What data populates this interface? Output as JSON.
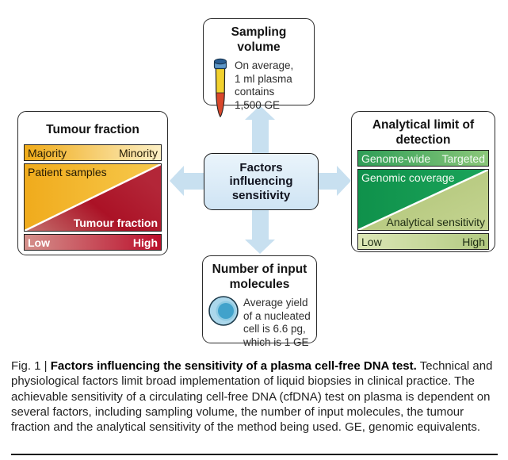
{
  "figure": {
    "center": {
      "label": "Factors\ninfluencing\nsensitivity"
    },
    "top_panel": {
      "title": "Sampling volume",
      "icon": "test-tube-icon",
      "text": "On average,\n1 ml plasma\ncontains\n1,500 GE"
    },
    "left_panel": {
      "title": "Tumour fraction",
      "top_bar": {
        "left": "Majority",
        "right": "Minority"
      },
      "area_top_label": "Patient samples",
      "area_bottom_label": "Tumour fraction",
      "bottom_bar": {
        "left": "Low",
        "right": "High"
      }
    },
    "right_panel": {
      "title": "Analytical limit of\ndetection",
      "top_bar": {
        "left": "Genome-wide",
        "right": "Targeted"
      },
      "area_top_label": "Genomic coverage",
      "area_bottom_label": "Analytical sensitivity",
      "bottom_bar": {
        "left": "Low",
        "right": "High"
      }
    },
    "bottom_panel": {
      "title": "Number of input\nmolecules",
      "icon": "cell-icon",
      "text": "Average yield\nof a nucleated\ncell is 6.6 pg,\nwhich is 1 GE"
    }
  },
  "caption": {
    "fig_label": "Fig. 1 | ",
    "title": "Factors influencing the sensitivity of a plasma cell-free DNA test.",
    "body": " Technical and physiological factors limit broad implementation of liquid biopsies in clinical practice. The achievable sensitivity of a circulating cell-free DNA (cfDNA) test on plasma is dependent on several factors, including sampling volume, the number of input molecules, the tumour fraction and the analytical sensitivity of the method being used. GE, genomic equivalents."
  },
  "colors": {
    "arrow_blue": "#c8e0f0",
    "center_fill": "#d9eaf7",
    "gold": "#f2b328",
    "gold_pale": "#fcefc4",
    "red_dark": "#ab1226",
    "red_light": "#d4908b",
    "green_dark": "#12984f",
    "green_mid": "#2f9e57",
    "olive": "#b5c77e",
    "olive_pale": "#dde7b7",
    "cell_blue": "#a9d6ea",
    "nucleus_blue": "#41a2cb",
    "tube_yellow": "#f2d12e",
    "tube_red": "#d9472b",
    "cap_blue": "#4d86bc"
  }
}
